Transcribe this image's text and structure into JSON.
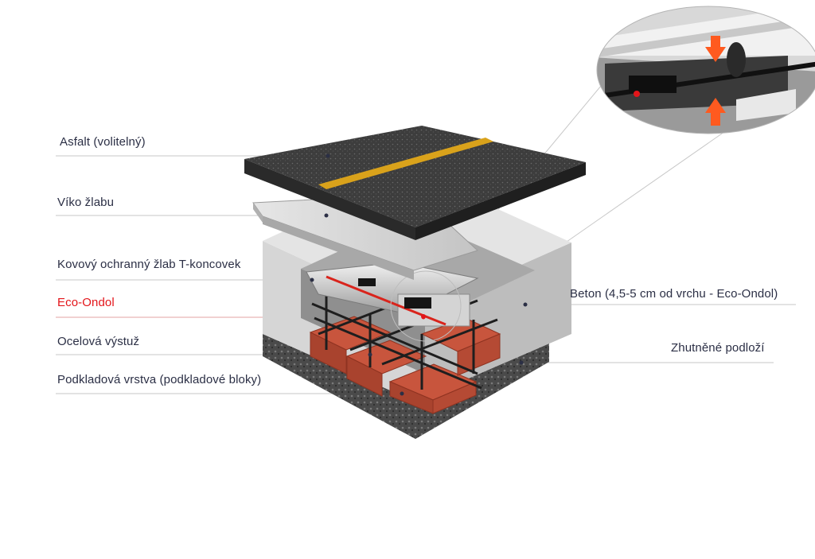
{
  "labels": {
    "asphalt": "Asfalt (volitelný)",
    "lid": "Víko žlabu",
    "channel": "Kovový ochranný žlab T-koncovek",
    "eco_ondol": "Eco-Ondol",
    "steel": "Ocelová výstuž",
    "base_layer": "Podkladová vrstva (podkladové bloky)",
    "concrete": "Beton (4,5-5 cm od vrchu - Eco-Ondol)",
    "subgrade": "Zhutněné podloží"
  },
  "colors": {
    "label_text": "#2b2f45",
    "highlight": "#e3151a",
    "asphalt": "#3b3b3b",
    "road_stripe": "#d9a21b",
    "concrete": "#d9d9d9",
    "brick": "#c8553d",
    "arrow": "#ff5a1f"
  },
  "icons": {
    "inset_arrows": "arrow-down-icon, arrow-up-icon"
  }
}
